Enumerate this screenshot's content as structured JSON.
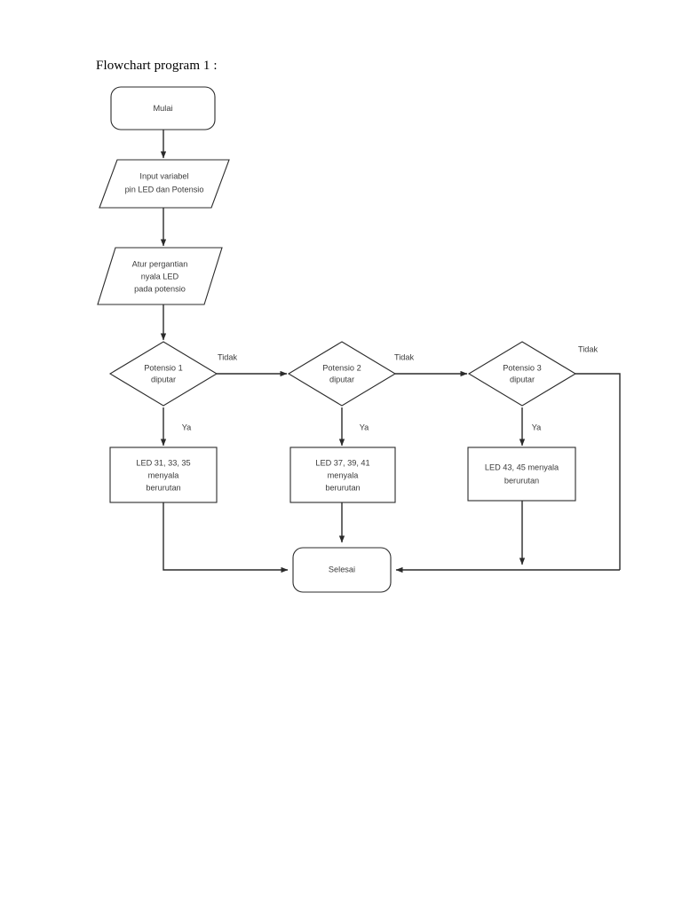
{
  "document": {
    "title": "Flowchart program 1 :"
  },
  "diagram": {
    "name": "program-1-flowchart",
    "nodes": [
      {
        "id": "start",
        "type": "terminator",
        "lines": [
          "Mulai"
        ]
      },
      {
        "id": "input-variables",
        "type": "input-output",
        "lines": [
          "Input variabel",
          "pin LED dan Potensio"
        ]
      },
      {
        "id": "setup-led-switching",
        "type": "input-output",
        "lines": [
          "Atur pergantian",
          "nyala LED",
          "pada potensio"
        ]
      },
      {
        "id": "decision-potensio-1",
        "type": "decision",
        "lines": [
          "Potensio 1",
          "diputar"
        ]
      },
      {
        "id": "decision-potensio-2",
        "type": "decision",
        "lines": [
          "Potensio 2",
          "diputar"
        ]
      },
      {
        "id": "decision-potensio-3",
        "type": "decision",
        "lines": [
          "Potensio 3",
          "diputar"
        ]
      },
      {
        "id": "process-led-1",
        "type": "process",
        "lines": [
          "LED 31, 33, 35",
          "menyala",
          "berurutan"
        ]
      },
      {
        "id": "process-led-2",
        "type": "process",
        "lines": [
          "LED 37, 39, 41",
          "menyala",
          "berurutan"
        ]
      },
      {
        "id": "process-led-3",
        "type": "process",
        "lines": [
          "LED 43, 45 menyala",
          "berurutan"
        ]
      },
      {
        "id": "end",
        "type": "terminator",
        "lines": [
          "Selesai"
        ]
      }
    ],
    "edge_labels": {
      "tidak_1": "Tidak",
      "tidak_2": "Tidak",
      "tidak_3": "Tidak",
      "ya_1": "Ya",
      "ya_2": "Ya",
      "ya_3": "Ya"
    },
    "colors": {
      "stroke": "#2b2b2b",
      "fill": "#ffffff",
      "text": "#3a3a3a",
      "title_text": "#000000",
      "background": "#ffffff"
    }
  }
}
